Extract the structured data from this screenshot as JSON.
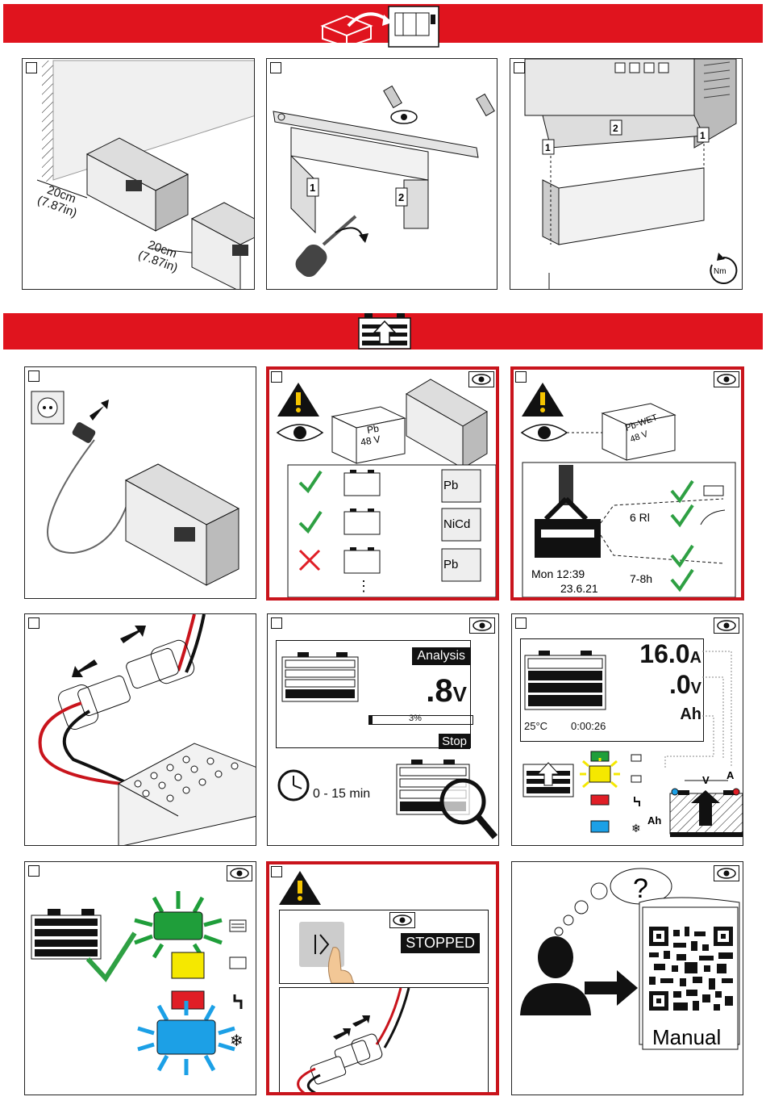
{
  "install": {
    "wall_clearance_1": "20cm",
    "wall_clearance_1_in": "(7.87in)",
    "wall_clearance_2": "20cm",
    "wall_clearance_2_in": "(7.87in)",
    "step_1": "1",
    "step_2": "2",
    "torque_unit": "Nm"
  },
  "check": {
    "battery_label_1": "Pb",
    "battery_voltage_1": "48 V",
    "battery_label_2": "Pb-WET",
    "battery_voltage_2": "48 V",
    "types": [
      "Pb",
      "NiCd",
      "Pb"
    ],
    "ellipsis": "⋮",
    "curve_label": "6 Rl",
    "time_label": "7-8h",
    "display_day_time": "Mon 12:39",
    "display_date": "23.6.21"
  },
  "analysis": {
    "mode": "Analysis",
    "voltage": ".8",
    "voltage_unit": "V",
    "progress_text": "3%",
    "progress": 0.03,
    "stop_label": "Stop",
    "duration": "0 - 15 min"
  },
  "charging": {
    "current": "16.0",
    "current_unit": "A",
    "voltage": ".0",
    "voltage_unit": "V",
    "ah_unit": "Ah",
    "temperature": "25°C",
    "elapsed": "0:00:26",
    "diagram_v": "V",
    "diagram_a": "A",
    "diagram_ah": "Ah"
  },
  "stop": {
    "status": "STOPPED"
  },
  "manual": {
    "question": "?",
    "label": "Manual"
  },
  "colors": {
    "brand_red": "#e0141e",
    "warning_border": "#c9141c",
    "check_green": "#2ea043",
    "cross_red": "#e01e26",
    "led_green": "#1f9e3a",
    "led_yellow": "#f5e800",
    "led_red": "#e01e26",
    "led_blue": "#1ca0e6"
  }
}
